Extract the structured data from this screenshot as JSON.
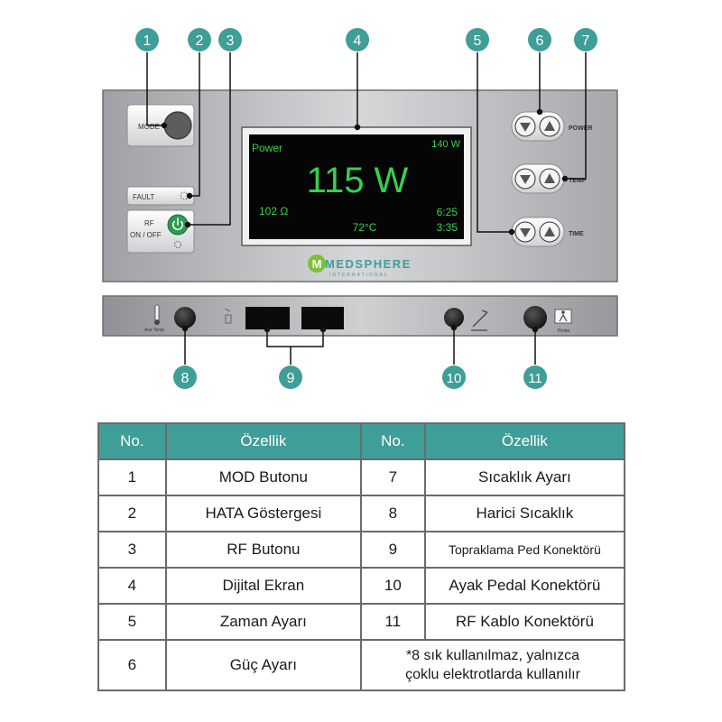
{
  "callouts": [
    "1",
    "2",
    "3",
    "4",
    "5",
    "6",
    "7",
    "8",
    "9",
    "10",
    "11"
  ],
  "panel": {
    "mode_label": "MODE",
    "fault_label": "FAULT",
    "rf_label_1": "RF",
    "rf_label_2": "ON / OFF",
    "power_label": "POWER",
    "temp_label": "TEMP",
    "time_label": "TIME",
    "brand": "MEDSPHERE",
    "brand_sub": "INTERNATIONAL"
  },
  "display": {
    "mode": "Power",
    "set_power": "140 W",
    "power": "115 W",
    "impedance": "102 Ω",
    "temperature": "72°C",
    "time_1": "6:25",
    "time_2": "3:35"
  },
  "connectors": {
    "aux_temp_label": "Aux Temp",
    "probe_label": "Probe"
  },
  "table": {
    "headers": [
      "No.",
      "Özellik",
      "No.",
      "Özellik"
    ],
    "rows": [
      {
        "no1": "1",
        "feat1": "MOD Butonu",
        "no2": "7",
        "feat2": "Sıcaklık Ayarı"
      },
      {
        "no1": "2",
        "feat1": "HATA Göstergesi",
        "no2": "8",
        "feat2": "Harici Sıcaklık"
      },
      {
        "no1": "3",
        "feat1": "RF Butonu",
        "no2": "9",
        "feat2": "Topraklama Ped Konektörü"
      },
      {
        "no1": "4",
        "feat1": "Dijital Ekran",
        "no2": "10",
        "feat2": "Ayak Pedal Konektörü"
      },
      {
        "no1": "5",
        "feat1": "Zaman Ayarı",
        "no2": "11",
        "feat2": "RF Kablo Konektörü"
      }
    ],
    "last_row": {
      "no1": "6",
      "feat1": "Güç Ayarı",
      "note_line1": "*8 sık kullanılmaz, yalnızca",
      "note_line2": "çoklu elektrotlarda kullanılır"
    }
  },
  "colors": {
    "teal": "#3f9e97",
    "panel_gray": "#b3b5b8",
    "lcd_text": "#35d14f",
    "brand_green": "#7fbf3a"
  }
}
